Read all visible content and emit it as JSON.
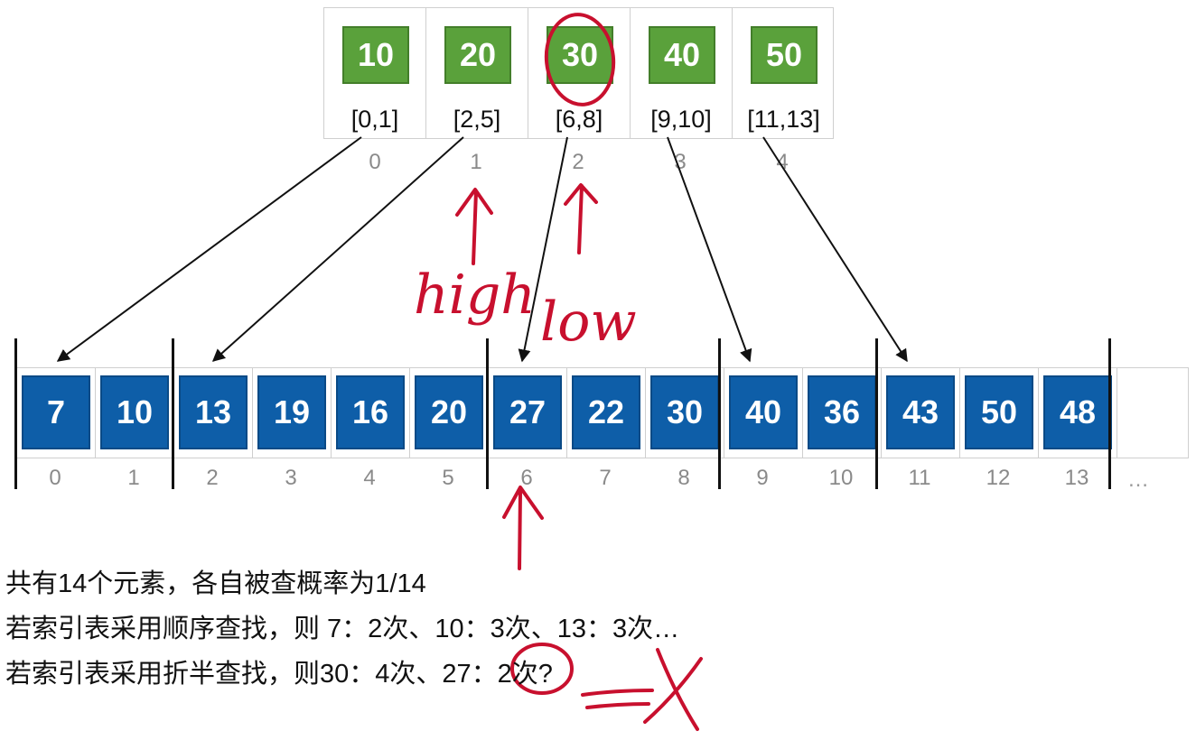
{
  "index_table": {
    "entries": [
      {
        "key": "10",
        "range": "[0,1]",
        "index": "0"
      },
      {
        "key": "20",
        "range": "[2,5]",
        "index": "1"
      },
      {
        "key": "30",
        "range": "[6,8]",
        "index": "2"
      },
      {
        "key": "40",
        "range": "[9,10]",
        "index": "3"
      },
      {
        "key": "50",
        "range": "[11,13]",
        "index": "4"
      }
    ]
  },
  "main_array": {
    "values": [
      "7",
      "10",
      "13",
      "19",
      "16",
      "20",
      "27",
      "22",
      "30",
      "40",
      "36",
      "43",
      "50",
      "48"
    ],
    "indices": [
      "0",
      "1",
      "2",
      "3",
      "4",
      "5",
      "6",
      "7",
      "8",
      "9",
      "10",
      "11",
      "12",
      "13"
    ],
    "ellipsis": "…"
  },
  "annotations": {
    "high_label": "high",
    "low_label": "low"
  },
  "captions": {
    "line1": "共有14个元素，各自被查概率为1/14",
    "line2": "若索引表采用顺序查找，则 7：2次、10：3次、13：3次…",
    "line3": "若索引表采用折半查找，则30：4次、27：2次?"
  },
  "colors": {
    "index_box": "#5aa13b",
    "array_box": "#0e5ea8",
    "annotation": "#c8102e"
  }
}
